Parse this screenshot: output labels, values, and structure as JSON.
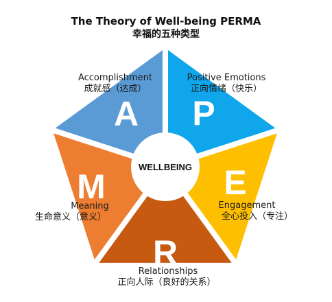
{
  "title": "The Theory of Well-being PERMA",
  "subtitle": "幸福的五种类型",
  "center_label": "WELLBEING",
  "segments": [
    {
      "key": "P",
      "letter": "P",
      "en": "Positive Emotions",
      "zh": "正向情绪（快乐）",
      "color": "#0fa6ec"
    },
    {
      "key": "E",
      "letter": "E",
      "en": "Engagement",
      "zh": "全心投入（专注）",
      "color": "#fdbf00"
    },
    {
      "key": "R",
      "letter": "R",
      "en": "Relationships",
      "zh": "正向人际（良好的关系）",
      "color": "#c55a10"
    },
    {
      "key": "M",
      "letter": "M",
      "en": "Meaning",
      "zh": "生命意义（意义）",
      "color": "#ed7d31"
    },
    {
      "key": "A",
      "letter": "A",
      "en": "Accomplishment",
      "zh": "成就感（达成）",
      "color": "#5b9bd5"
    }
  ]
}
